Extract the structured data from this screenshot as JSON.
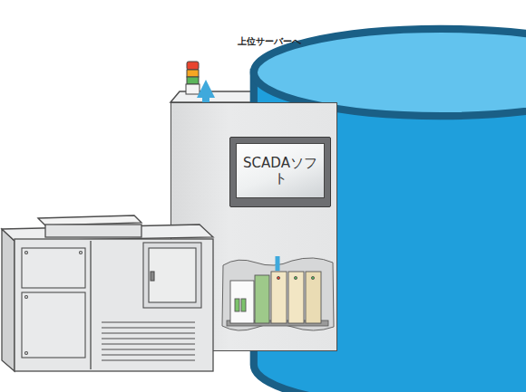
{
  "diagram": {
    "nodes": [
      {
        "text": [
          "上位サーバーへ"
        ]
      },
      {
        "text": [
          "SCADAソフト"
        ]
      }
    ],
    "edges": [
      {
        "from": 1,
        "to": 0,
        "arrow": "to"
      }
    ]
  }
}
